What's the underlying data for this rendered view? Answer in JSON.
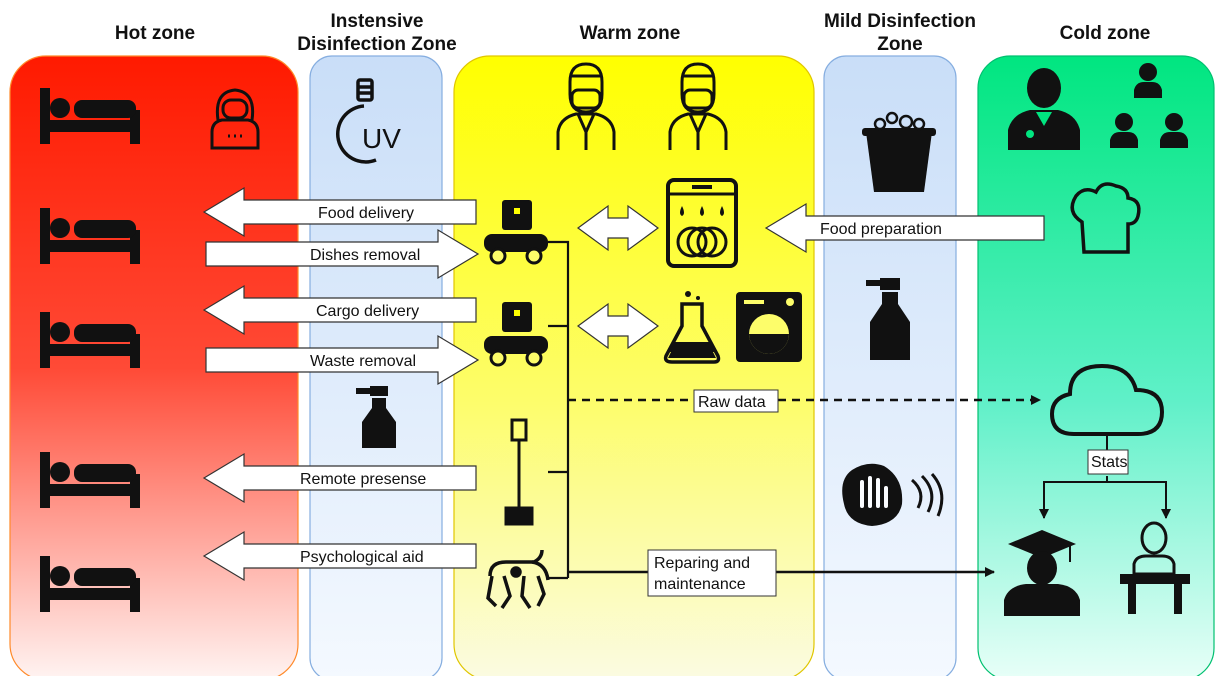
{
  "zones": [
    {
      "id": "hot",
      "title": "Hot zone"
    },
    {
      "id": "intensive",
      "title": "Instensive\nDisinfection Zone"
    },
    {
      "id": "warm",
      "title": "Warm zone"
    },
    {
      "id": "mild",
      "title": "Mild Disinfection\nZone"
    },
    {
      "id": "cold",
      "title": "Cold zone"
    }
  ],
  "flows": {
    "food_delivery": "Food delivery",
    "dishes_removal": "Dishes removal",
    "cargo_delivery": "Cargo delivery",
    "waste_removal": "Waste removal",
    "remote_presense": "Remote presense",
    "psychological_aid": "Psychological aid",
    "food_preparation": "Food preparation",
    "raw_data": "Raw data",
    "stats": "Stats",
    "repairing_line1": "Reparing and",
    "repairing_line2": "maintenance",
    "uv_text": "UV"
  },
  "colors": {
    "hot": "#ff1a00",
    "intensive": "#cfe3fb",
    "warm": "#ffff00",
    "mild": "#cfe3fb",
    "cold": "#00e88a"
  }
}
